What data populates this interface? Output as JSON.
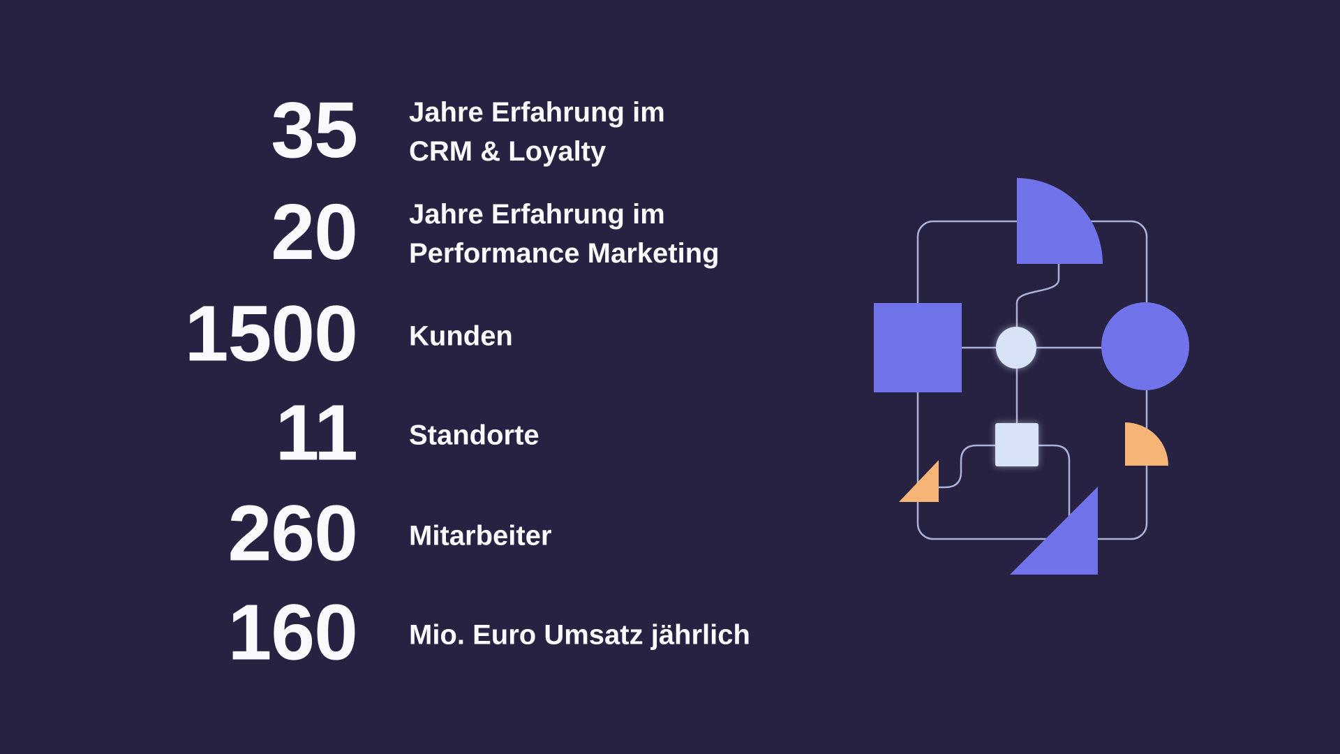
{
  "page": {
    "background": "#272241",
    "text_color": "#FAFAFC"
  },
  "stats": [
    {
      "value": "35",
      "label": "Jahre Erfahrung im\nCRM & Loyalty"
    },
    {
      "value": "20",
      "label": "Jahre Erfahrung im\nPerformance Marketing"
    },
    {
      "value": "1500",
      "label": "Kunden"
    },
    {
      "value": "11",
      "label": "Standorte"
    },
    {
      "value": "260",
      "label": "Mitarbeiter"
    },
    {
      "value": "160",
      "label": "Mio. Euro Umsatz jährlich"
    }
  ],
  "illustration": {
    "name": "abstract-geometric-flow-diagram",
    "shapes": [
      "rounded-rectangle-outline",
      "purple-quarter-circle",
      "purple-square",
      "purple-circle",
      "light-ellipse-node",
      "light-square-node",
      "orange-quarter-circle",
      "orange-triangle",
      "purple-triangle",
      "connector-lines"
    ],
    "colors": {
      "purple": "#7173EA",
      "light": "#D9E3F8",
      "orange": "#F7B477",
      "line": "#ABB2DA"
    }
  }
}
